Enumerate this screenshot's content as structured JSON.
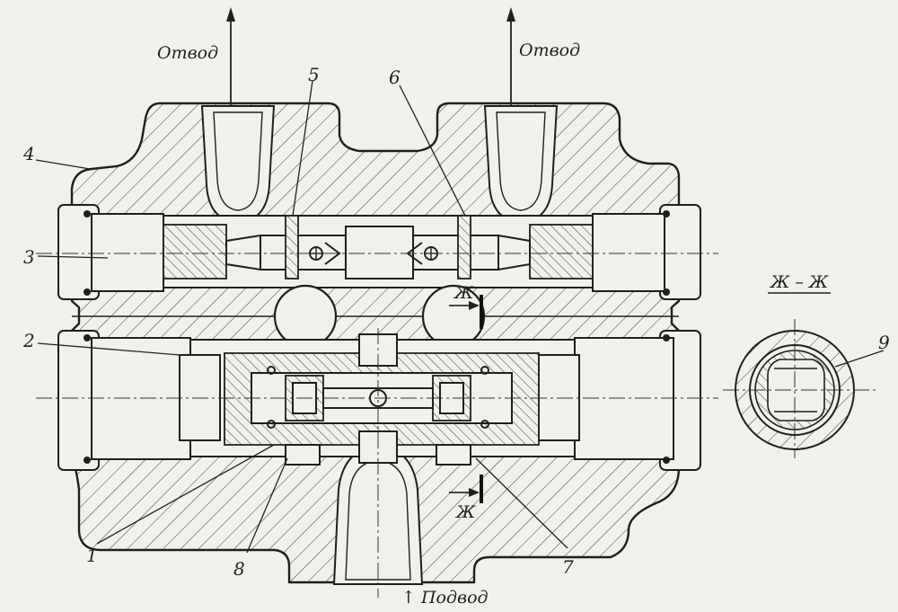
{
  "labels": {
    "outlet_left": "Отвод",
    "outlet_right": "Отвод",
    "inlet": "↑ Подвод",
    "section_title": "Ж – Ж",
    "section_mark_top": "Ж",
    "section_mark_bottom": "Ж"
  },
  "callouts": {
    "c1": "1",
    "c2": "2",
    "c3": "3",
    "c4": "4",
    "c5": "5",
    "c6": "6",
    "c7": "7",
    "c8": "8",
    "c9": "9"
  }
}
